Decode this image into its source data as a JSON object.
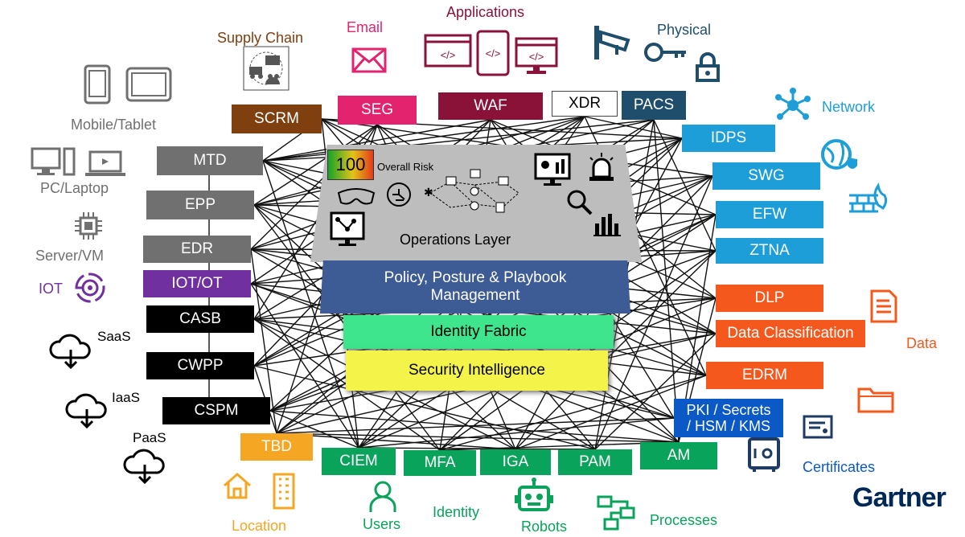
{
  "colors": {
    "gray": "#707070",
    "brown": "#7f3f0f",
    "magenta": "#e4236e",
    "maroon": "#8a1238",
    "navy": "#1f4e6d",
    "blue": "#1d9ed9",
    "purple": "#7030a0",
    "black": "#000000",
    "orange": "#f4581d",
    "darkblue": "#0b59c7",
    "green": "#0aa35b",
    "amber": "#f5a623",
    "ops_gray": "#bdbdbd",
    "policy": "#3d5b95",
    "identity": "#3fe58c",
    "intel": "#f3f34a"
  },
  "boxes": {
    "scrm": "SCRM",
    "seg": "SEG",
    "waf": "WAF",
    "xdr": "XDR",
    "pacs": "PACS",
    "mtd": "MTD",
    "epp": "EPP",
    "edr": "EDR",
    "iot_ot": "IOT/OT",
    "casb": "CASB",
    "cwpp": "CWPP",
    "cspm": "CSPM",
    "idps": "IDPS",
    "swg": "SWG",
    "efw": "EFW",
    "ztna": "ZTNA",
    "dlp": "DLP",
    "data_classification": "Data Classification",
    "edrm": "EDRM",
    "pki_line1": "PKI / Secrets",
    "pki_line2": "/ HSM / KMS",
    "tbd": "TBD",
    "ciem": "CIEM",
    "mfa": "MFA",
    "iga": "IGA",
    "pam": "PAM",
    "am": "AM"
  },
  "categories": {
    "supply_chain": "Supply Chain",
    "email": "Email",
    "applications": "Applications",
    "physical": "Physical",
    "mobile_tablet": "Mobile/Tablet",
    "pc_laptop": "PC/Laptop",
    "server_vm": "Server/VM",
    "iot": "IOT",
    "saas": "SaaS",
    "iaas": "IaaS",
    "paas": "PaaS",
    "network": "Network",
    "data": "Data",
    "certificates": "Certificates",
    "location": "Location",
    "users": "Users",
    "identity": "Identity",
    "robots": "Robots",
    "processes": "Processes"
  },
  "layers": {
    "risk_score": "100",
    "overall_risk": "Overall Risk",
    "operations": "Operations Layer",
    "policy_line1": "Policy, Posture & Playbook",
    "policy_line2": "Management",
    "identity_fabric": "Identity Fabric",
    "security_intelligence": "Security Intelligence"
  },
  "brand": "Gartner"
}
